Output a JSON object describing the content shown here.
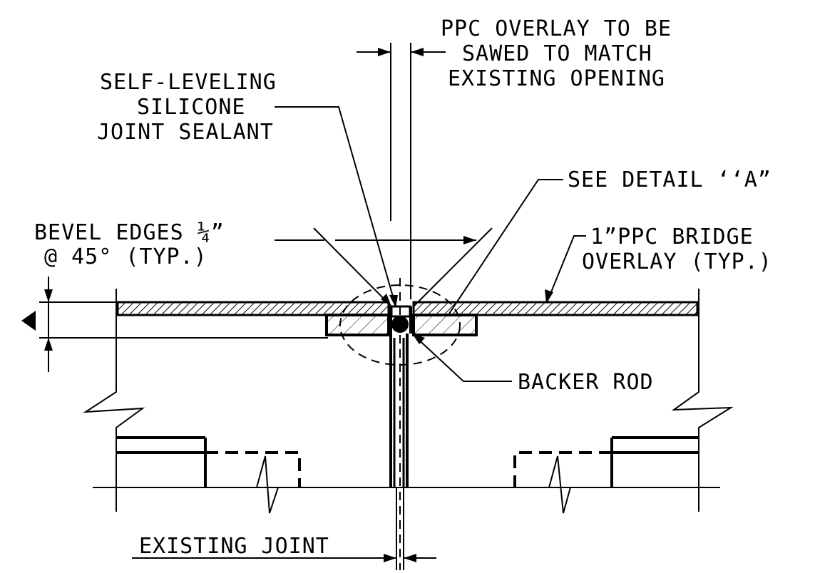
{
  "labels": {
    "ppc_overlay_line1": "PPC OVERLAY TO BE",
    "ppc_overlay_line2": "SAWED TO MATCH",
    "ppc_overlay_line3": "EXISTING OPENING",
    "sealant_line1": "SELF-LEVELING",
    "sealant_line2": "SILICONE",
    "sealant_line3": "JOINT SEALANT",
    "see_detail": "SEE DETAIL ‘‘A”",
    "bevel_line1": "BEVEL EDGES ¼”",
    "bevel_line2": "@ 45° (TYP.)",
    "bridge_overlay_line1": "1”PPC BRIDGE",
    "bridge_overlay_line2": "OVERLAY (TYP.)",
    "backer_rod": "BACKER ROD",
    "existing_joint": "EXISTING JOINT"
  }
}
